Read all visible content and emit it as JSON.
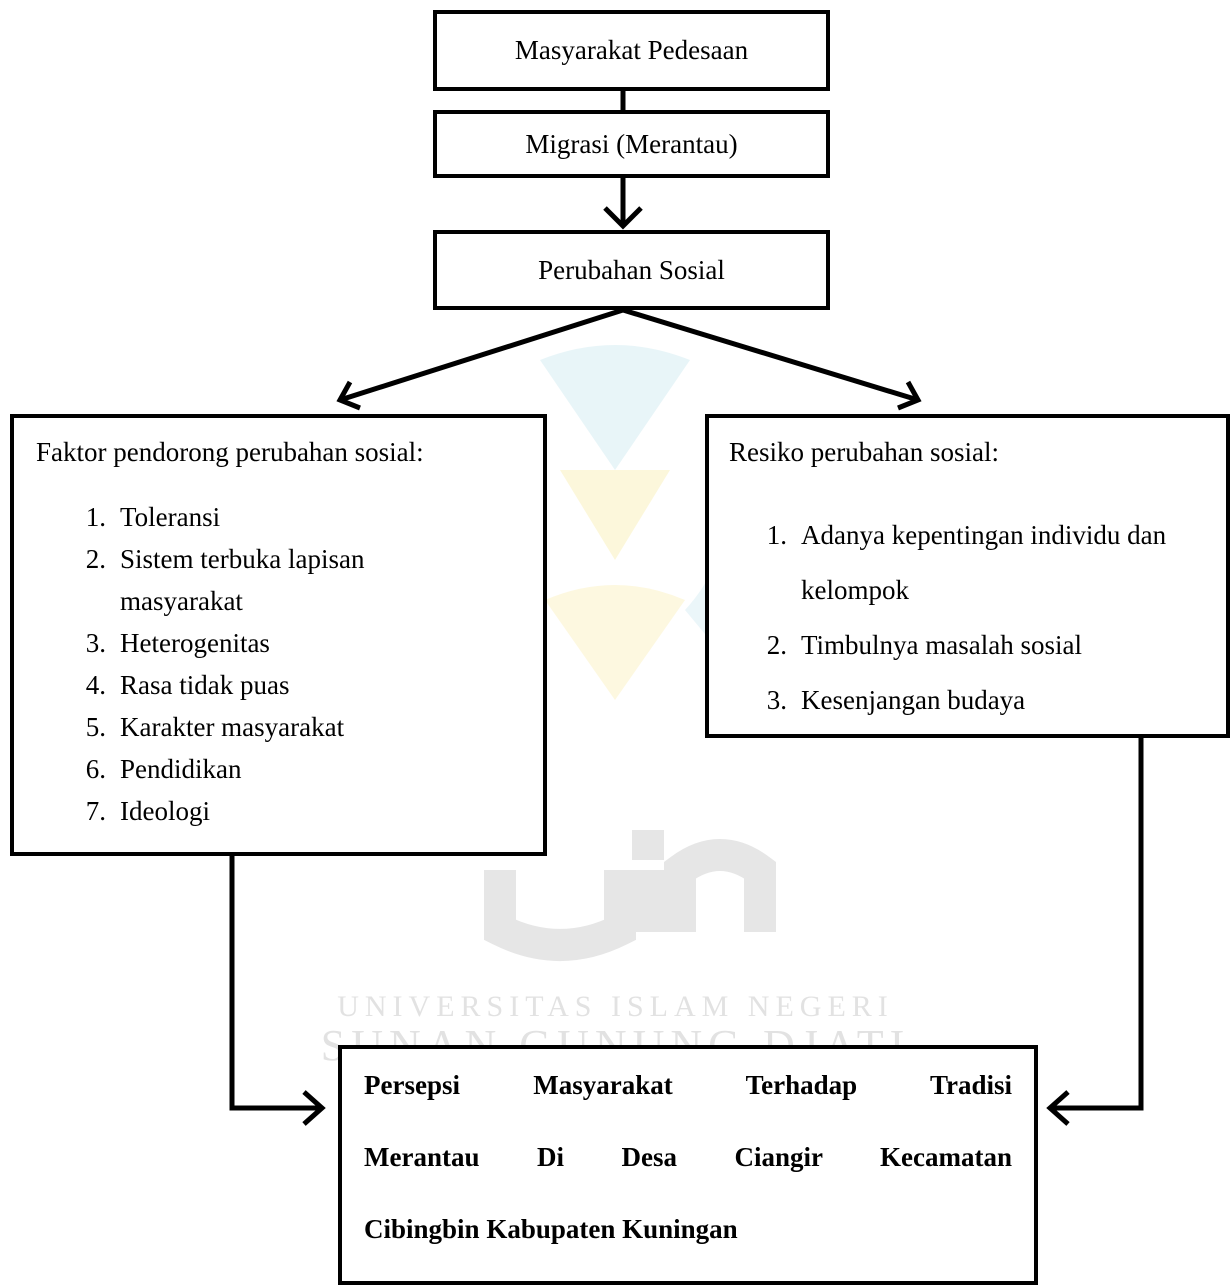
{
  "watermark": {
    "line1": "UNIVERSITAS ISLAM NEGERI",
    "line2": "SUNAN GUNUNG DJATI"
  },
  "nodes": {
    "masyarakat_pedesaan": "Masyarakat Pedesaan",
    "migrasi": "Migrasi (Merantau)",
    "perubahan_sosial": "Perubahan Sosial",
    "faktor": {
      "title": "Faktor pendorong perubahan sosial:",
      "items": [
        {
          "num": "1.",
          "text": "Toleransi"
        },
        {
          "num": "2.",
          "text": "Sistem terbuka lapisan masyarakat"
        },
        {
          "num": "3.",
          "text": "Heterogenitas"
        },
        {
          "num": "4.",
          "text": "Rasa tidak puas"
        },
        {
          "num": "5.",
          "text": "Karakter masyarakat"
        },
        {
          "num": "6.",
          "text": "Pendidikan"
        },
        {
          "num": "7.",
          "text": "Ideologi"
        }
      ]
    },
    "resiko": {
      "title": "Resiko perubahan sosial:",
      "items": [
        {
          "num": "1.",
          "text": "Adanya kepentingan individu dan kelompok"
        },
        {
          "num": "2.",
          "text": "Timbulnya masalah sosial"
        },
        {
          "num": "3.",
          "text": "Kesenjangan budaya"
        }
      ]
    },
    "persepsi": {
      "line1": "Persepsi Masyarakat Terhadap Tradisi",
      "line2": "Merantau Di Desa Ciangir Kecamatan",
      "line3": "Cibingbin Kabupaten Kuningan"
    }
  }
}
